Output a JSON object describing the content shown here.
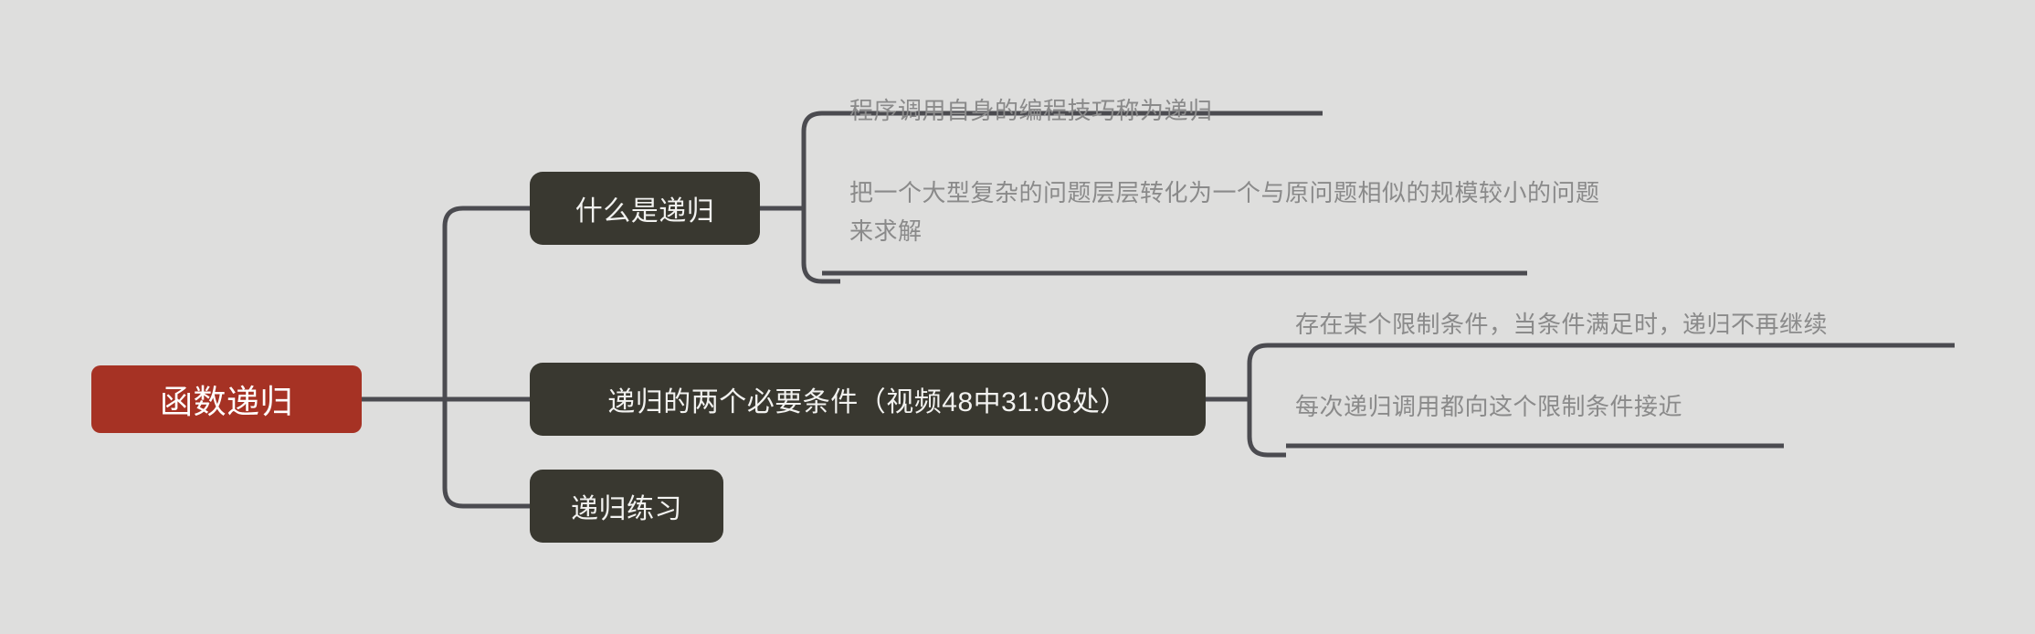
{
  "canvas": {
    "background_color": "#dededd",
    "connector_color": "#4b4b50",
    "root_color": "#a63224",
    "branch_color": "#393830",
    "leaf_text_color": "#8a8a8a",
    "leaf_rule_color": "#4b4b50"
  },
  "root": {
    "label": "函数递归"
  },
  "branches": [
    {
      "label": "什么是递归",
      "leaves": [
        {
          "text": "程序调用自身的编程技巧称为递归"
        },
        {
          "text": "把一个大型复杂的问题层层转化为一个与原问题相似的规模较小的问题\n来求解"
        }
      ]
    },
    {
      "label": "递归的两个必要条件（视频48中31:08处）",
      "leaves": [
        {
          "text": "存在某个限制条件，当条件满足时，递归不再继续"
        },
        {
          "text": "每次递归调用都向这个限制条件接近"
        }
      ]
    },
    {
      "label": "递归练习",
      "leaves": []
    }
  ]
}
